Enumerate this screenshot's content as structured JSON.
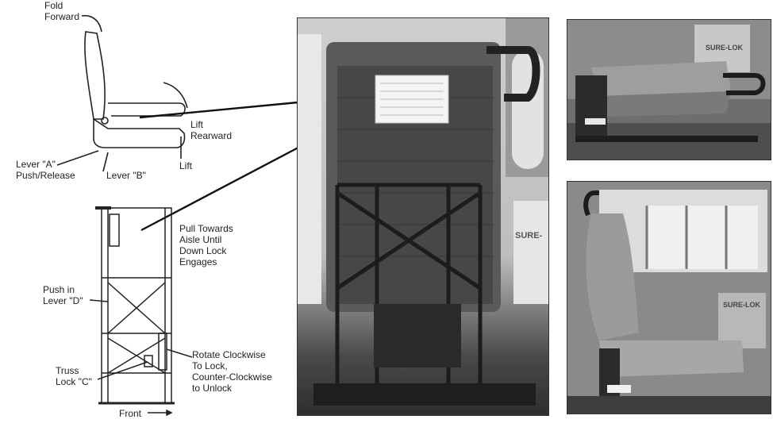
{
  "labels": {
    "fold_forward": "Fold\nForward",
    "lift_rearward": "Lift\nRearward",
    "lift": "Lift",
    "lever_a": "Lever \"A\"\nPush/Release",
    "lever_b": "Lever \"B\"",
    "pull_towards": "Pull Towards\nAisle Until\nDown Lock\nEngages",
    "push_in_lever_d": "Push in\nLever \"D\"",
    "truss_lock_c": "Truss\nLock \"C\"",
    "rotate_clockwise": "Rotate Clockwise\nTo Lock,\nCounter-Clockwise\nto Unlock",
    "front": "Front"
  },
  "photo_text": {
    "center_brand": "SURE-",
    "top_right_brand": "SURE-LOK",
    "bottom_right_brand": "SURE-LOK"
  },
  "colors": {
    "photo_dark": "#3a3a3a",
    "photo_mid": "#8a8a8a",
    "photo_light": "#d0d0d0",
    "line": "#222222"
  }
}
